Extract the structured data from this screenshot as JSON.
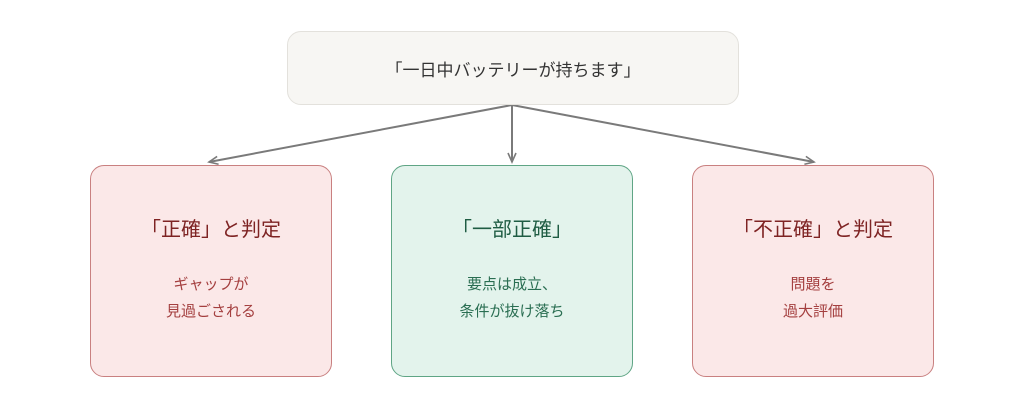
{
  "top": {
    "label": "「一日中バッテリーが持ちます」"
  },
  "cards": [
    {
      "title": "「正確」と判定",
      "desc_line1": "ギャップが",
      "desc_line2": "見過ごされる",
      "color": "#fbe8e8"
    },
    {
      "title": "「一部正確」",
      "desc_line1": "要点は成立、",
      "desc_line2": "条件が抜け落ち",
      "color": "#e3f3ec"
    },
    {
      "title": "「不正確」と判定",
      "desc_line1": "問題を",
      "desc_line2": "過大評価",
      "color": "#fbe8e8"
    }
  ],
  "colors": {
    "arrow": "#7a7a7a",
    "red_border": "#c98080",
    "green_border": "#5fa585"
  }
}
